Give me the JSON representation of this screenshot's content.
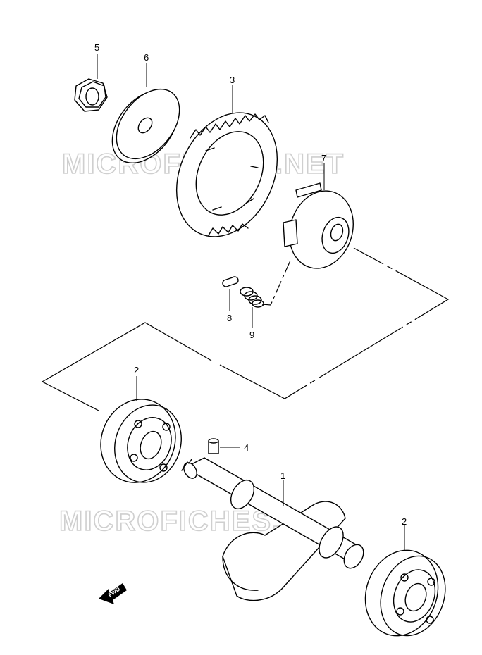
{
  "diagram": {
    "watermarks": [
      "MICROFICHES.NET",
      "MICROFICHES.NET"
    ],
    "callouts": [
      "1",
      "2",
      "2",
      "3",
      "4",
      "5",
      "6",
      "7",
      "8",
      "9"
    ],
    "direction_label": "FWD"
  }
}
